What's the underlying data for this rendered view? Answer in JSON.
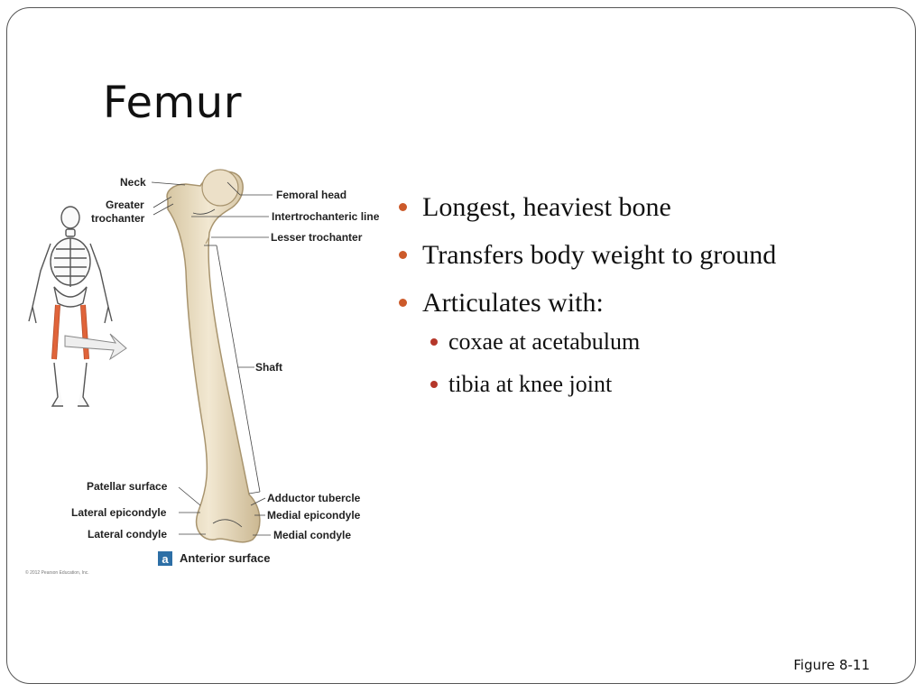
{
  "slide": {
    "title": "Femur",
    "bullets": [
      {
        "text": "Longest, heaviest bone"
      },
      {
        "text": "Transfers body weight to ground"
      },
      {
        "text": "Articulates with:",
        "subitems": [
          {
            "text": "coxae at acetabulum"
          },
          {
            "text": "tibia at knee joint"
          }
        ]
      }
    ],
    "caption": "Figure 8-11"
  },
  "figure": {
    "labels": {
      "neck": "Neck",
      "greater_trochanter_1": "Greater",
      "greater_trochanter_2": "trochanter",
      "femoral_head": "Femoral head",
      "intertrochanteric_line": "Intertrochanteric line",
      "lesser_trochanter": "Lesser trochanter",
      "shaft": "Shaft",
      "patellar_surface": "Patellar surface",
      "lateral_epicondyle": "Lateral epicondyle",
      "lateral_condyle": "Lateral condyle",
      "adductor_tubercle": "Adductor tubercle",
      "medial_epicondyle": "Medial epicondyle",
      "medial_condyle": "Medial condyle",
      "view_letter": "a",
      "view_name": "Anterior surface",
      "copyright": "© 2012 Pearson Education, Inc."
    },
    "colors": {
      "bone": "#e9dcc0",
      "bone_edge": "#a8946e",
      "highlight": "#e0643a",
      "badge": "#2d6fa6",
      "bullet": "#cc5a2a"
    }
  }
}
